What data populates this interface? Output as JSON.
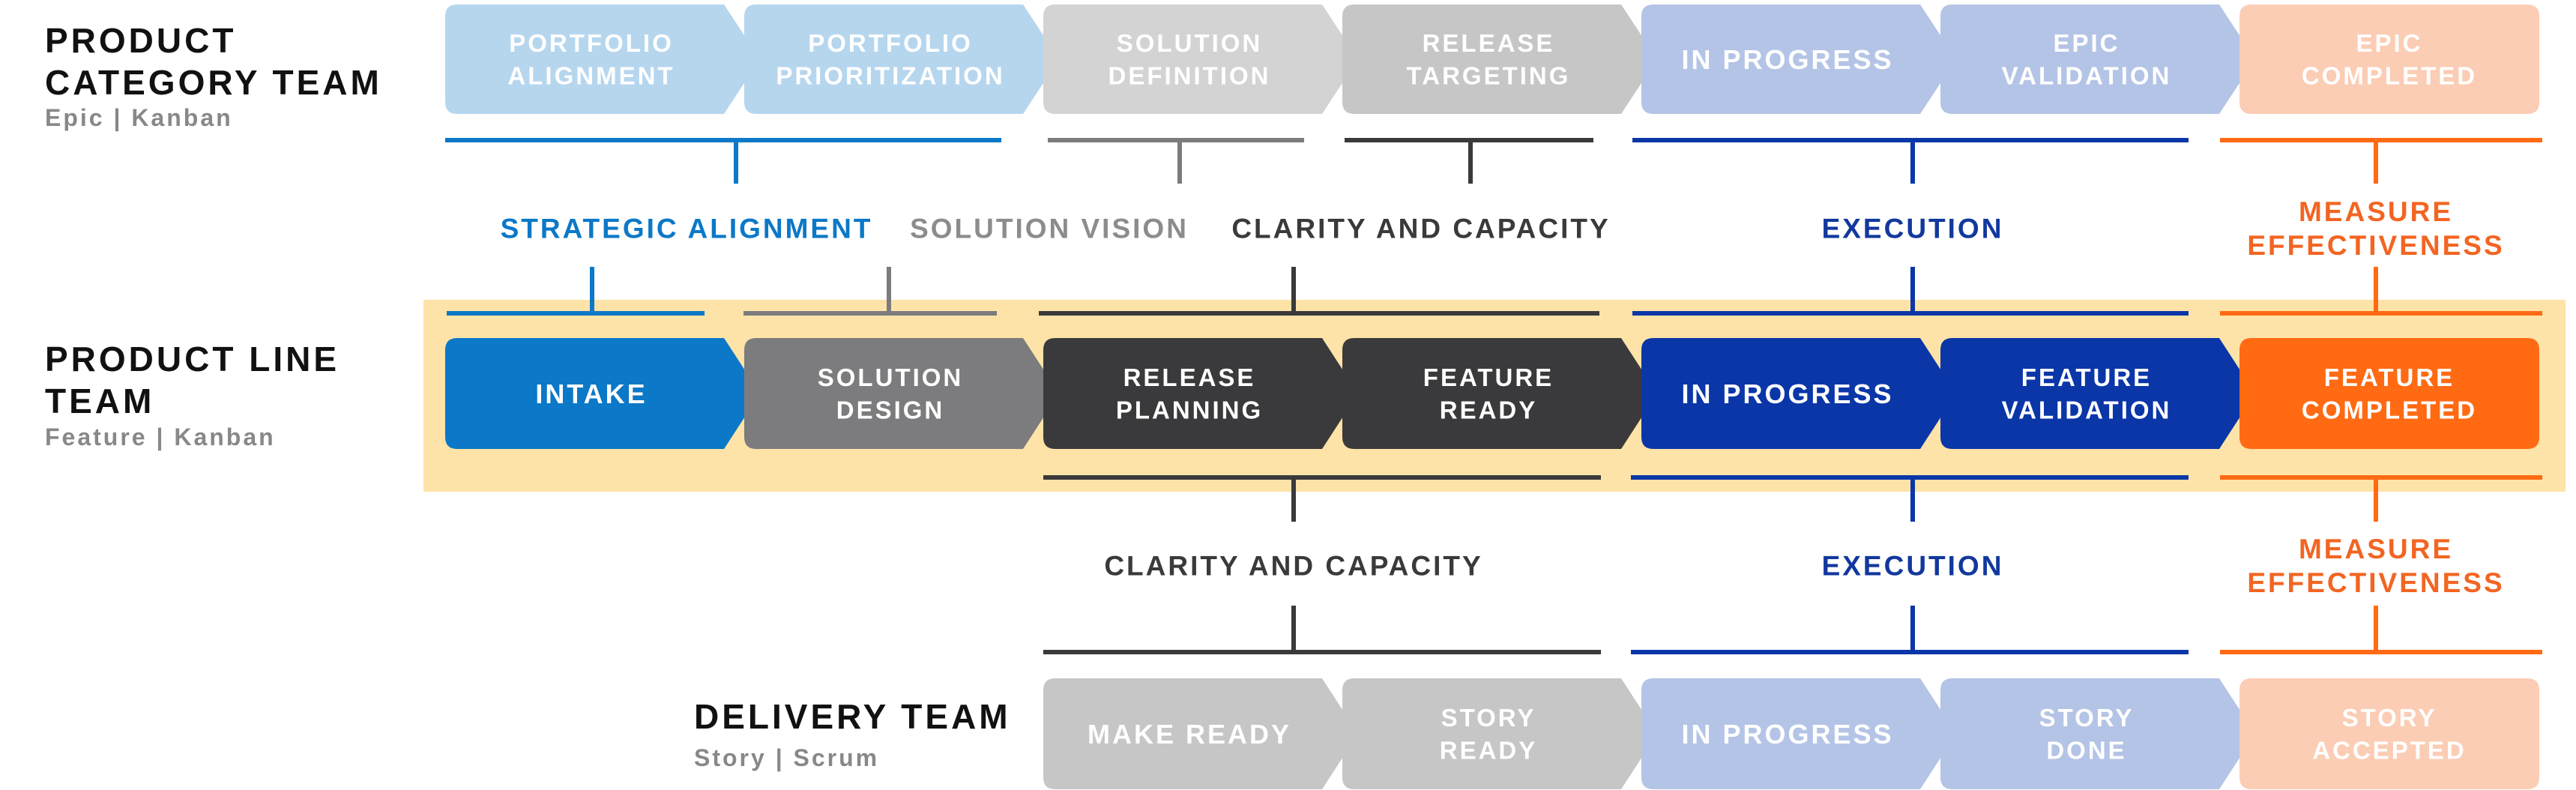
{
  "colors": {
    "highlight_band": "#fde3a7",
    "light_blue": "#b6d6ee",
    "light_gray": "#d3d3d3",
    "mid_light_gray": "#c6c6c6",
    "periwinkle": "#b4c4e6",
    "peach": "#fbcdb4",
    "blue": "#0b78c8",
    "gray": "#7c7c7e",
    "dark": "#3a3a3c",
    "navy": "#0a36a8",
    "orange": "#ff6a13",
    "label_blue": "#0b78c8",
    "label_gray": "#8c8c8c",
    "label_dark": "#3a3a3c",
    "label_navy": "#12389e",
    "label_orange": "#f26522"
  },
  "teams": [
    {
      "id": "product-category",
      "title_lines": [
        "PRODUCT",
        "CATEGORY TEAM"
      ],
      "subtitle": "Epic | Kanban",
      "stages": [
        {
          "lines": [
            "PORTFOLIO",
            "ALIGNMENT"
          ],
          "fill": "light_blue",
          "text": "#ffffff"
        },
        {
          "lines": [
            "PORTFOLIO",
            "PRIORITIZATION"
          ],
          "fill": "light_blue",
          "text": "#ffffff"
        },
        {
          "lines": [
            "SOLUTION",
            "DEFINITION"
          ],
          "fill": "light_gray",
          "text": "#ffffff"
        },
        {
          "lines": [
            "RELEASE",
            "TARGETING"
          ],
          "fill": "mid_light_gray",
          "text": "#ffffff"
        },
        {
          "lines": [
            "IN PROGRESS"
          ],
          "fill": "periwinkle",
          "text": "#ffffff"
        },
        {
          "lines": [
            "EPIC",
            "VALIDATION"
          ],
          "fill": "periwinkle",
          "text": "#ffffff"
        },
        {
          "lines": [
            "EPIC",
            "COMPLETED"
          ],
          "fill": "peach",
          "text": "#ffffff"
        }
      ]
    },
    {
      "id": "product-line",
      "title_lines": [
        "PRODUCT LINE",
        "TEAM"
      ],
      "subtitle": "Feature | Kanban",
      "stages": [
        {
          "lines": [
            "INTAKE"
          ],
          "fill": "blue",
          "text": "#ffffff"
        },
        {
          "lines": [
            "SOLUTION",
            "DESIGN"
          ],
          "fill": "gray",
          "text": "#ffffff"
        },
        {
          "lines": [
            "RELEASE",
            "PLANNING"
          ],
          "fill": "dark",
          "text": "#ffffff"
        },
        {
          "lines": [
            "FEATURE",
            "READY"
          ],
          "fill": "dark",
          "text": "#ffffff"
        },
        {
          "lines": [
            "IN PROGRESS"
          ],
          "fill": "navy",
          "text": "#ffffff"
        },
        {
          "lines": [
            "FEATURE",
            "VALIDATION"
          ],
          "fill": "navy",
          "text": "#ffffff"
        },
        {
          "lines": [
            "FEATURE",
            "COMPLETED"
          ],
          "fill": "orange",
          "text": "#ffffff"
        }
      ]
    },
    {
      "id": "delivery",
      "title_lines": [
        "DELIVERY TEAM"
      ],
      "subtitle": "Story | Scrum",
      "stages": [
        {
          "lines": [
            "MAKE READY"
          ],
          "fill": "mid_light_gray",
          "text": "#ffffff"
        },
        {
          "lines": [
            "STORY",
            "READY"
          ],
          "fill": "mid_light_gray",
          "text": "#ffffff"
        },
        {
          "lines": [
            "IN PROGRESS"
          ],
          "fill": "periwinkle",
          "text": "#ffffff"
        },
        {
          "lines": [
            "STORY",
            "DONE"
          ],
          "fill": "periwinkle",
          "text": "#ffffff"
        },
        {
          "lines": [
            "STORY",
            "ACCEPTED"
          ],
          "fill": "peach",
          "text": "#ffffff"
        }
      ]
    }
  ],
  "upper_groups": [
    {
      "lines": [
        "STRATEGIC ALIGNMENT"
      ],
      "color": "label_blue"
    },
    {
      "lines": [
        "SOLUTION VISION"
      ],
      "color": "label_gray"
    },
    {
      "lines": [
        "CLARITY AND CAPACITY"
      ],
      "color": "label_dark"
    },
    {
      "lines": [
        "EXECUTION"
      ],
      "color": "label_navy"
    },
    {
      "lines": [
        "MEASURE",
        "EFFECTIVENESS"
      ],
      "color": "label_orange"
    }
  ],
  "lower_groups": [
    {
      "lines": [
        "CLARITY AND CAPACITY"
      ],
      "color": "label_dark"
    },
    {
      "lines": [
        "EXECUTION"
      ],
      "color": "label_navy"
    },
    {
      "lines": [
        "MEASURE",
        "EFFECTIVENESS"
      ],
      "color": "label_orange"
    }
  ]
}
